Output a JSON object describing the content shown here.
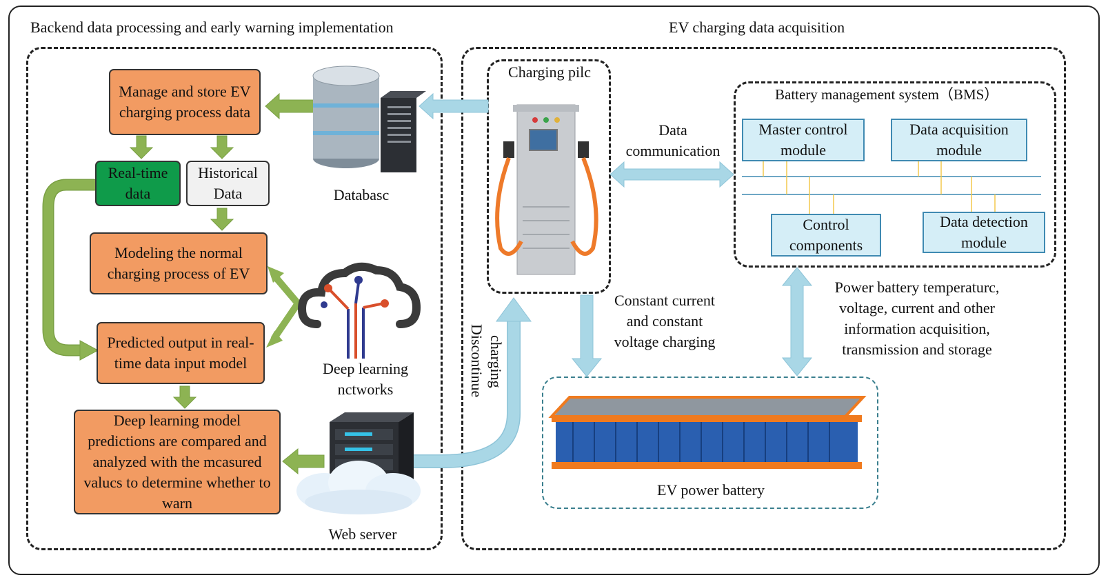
{
  "sections": {
    "backend_title": "Backend data processing and early warning implementation",
    "acquisition_title": "EV charging data acquisition"
  },
  "backend": {
    "manage_store": "Manage and store EV charging process data",
    "realtime": "Real-time data",
    "historical": "Historical Data",
    "modeling": "Modeling the normal charging process of EV",
    "predicted": "Predicted output in real-time data input model",
    "compare": "Deep learning model predictions are compared and analyzed with the mcasured valucs to determine whether to warn",
    "database_label": "Databasc",
    "dl_label": "Deep learning nctworks",
    "webserver_label": "Web server"
  },
  "acquisition": {
    "charging_pile": "Charging pilc",
    "data_comm": "Data communication",
    "discontinue": "Discontinue",
    "charging": "charging",
    "cc_cv": "Constant current and constant voltage charging",
    "ev_battery": "EV power battery",
    "bms_title": "Battery management system（BMS）",
    "master_control": "Master control module",
    "data_acq": "Data acquisition module",
    "control_comp": "Control components",
    "data_detect": "Data detection module",
    "power_info": "Power battery temperaturc, voltage, current and other information acquisition, transmission and storage"
  },
  "colors": {
    "orange": "#f29b62",
    "green_box": "#0f9b4a",
    "grey_box": "#f1f1f1",
    "green_arrow": "#8db353",
    "blue_arrow": "#a9d7e6",
    "bms_fill": "#d5eef7",
    "bms_border": "#3f8ab2",
    "bms_bus": "#3f8ab2",
    "bms_link": "#f2c94c"
  },
  "icons": [
    "database-icon",
    "deep-learning-cloud-icon",
    "web-server-icon",
    "charging-pile-icon",
    "battery-pack-icon"
  ]
}
